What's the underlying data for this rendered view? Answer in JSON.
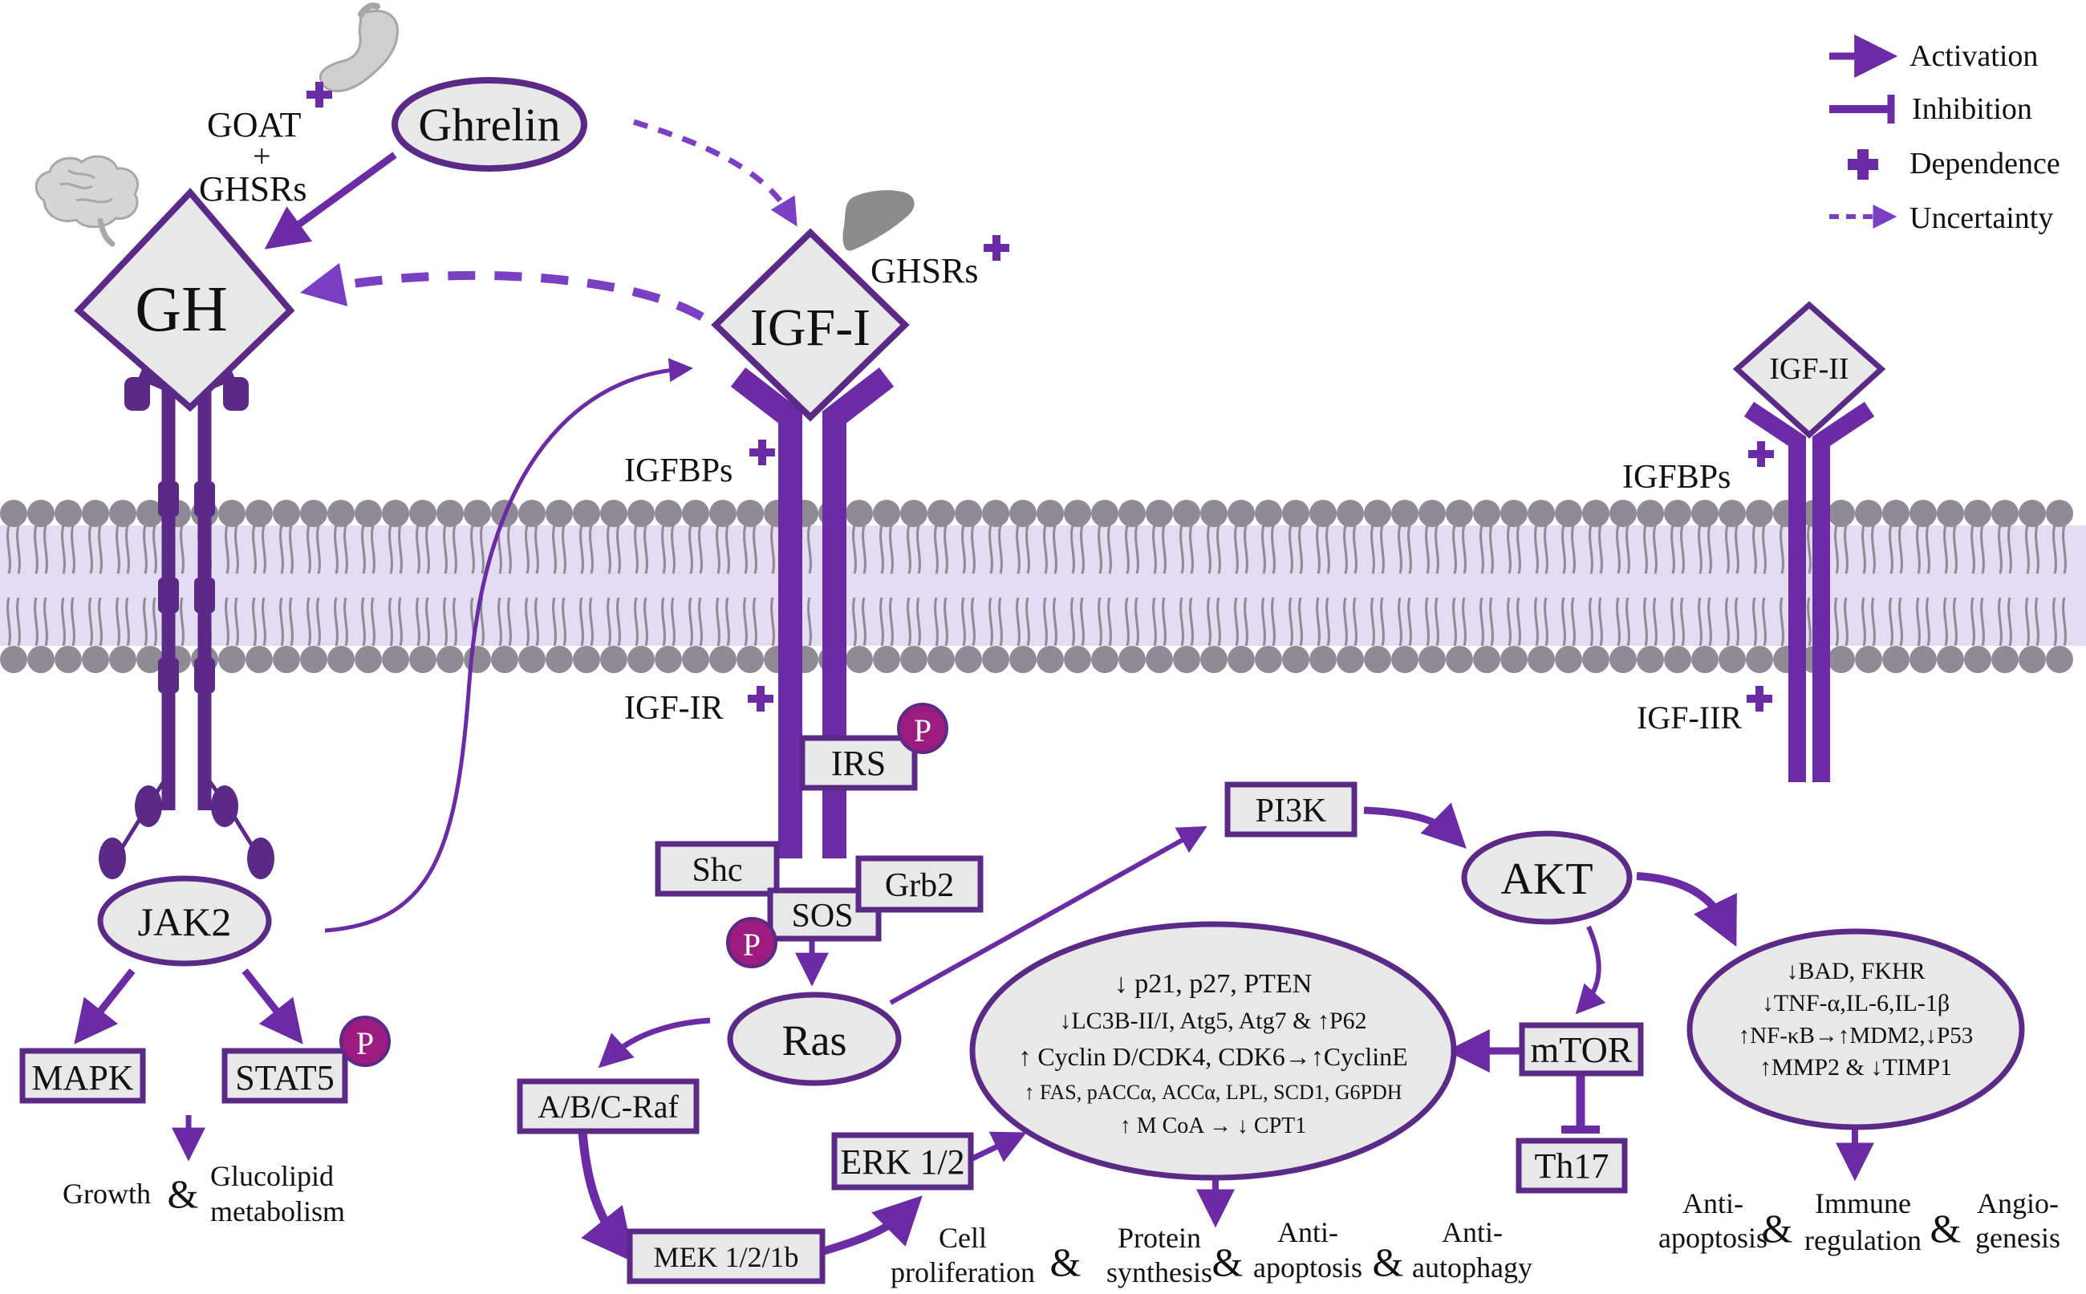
{
  "colors": {
    "purple": "#6a2ba5",
    "dark_purple": "#5b2a86",
    "light_purple": "#7b3fc4",
    "box_fill": "#e8e8e8",
    "membrane_fill": "#e4dcf2",
    "lipid_head": "#8f8a94",
    "phospho": "#9b1c7e"
  },
  "legend": {
    "activation": "Activation",
    "inhibition": "Inhibition",
    "dependence": "Dependence",
    "uncertainty": "Uncertainty"
  },
  "icons": [
    "stomach-icon",
    "brain-icon",
    "liver-icon"
  ],
  "nodes": {
    "ghrelin": "Ghrelin",
    "gh": "GH",
    "igf1": "IGF-I",
    "igf2": "IGF-II",
    "jak2": "JAK2",
    "mapk": "MAPK",
    "stat5": "STAT5",
    "irs": "IRS",
    "shc": "Shc",
    "grb2": "Grb2",
    "sos": "SOS",
    "ras": "Ras",
    "raf": "A/B/C-Raf",
    "mek": "MEK 1/2/1b",
    "erk": "ERK 1/2",
    "pi3k": "PI3K",
    "akt": "AKT",
    "mtor": "mTOR",
    "th17": "Th17",
    "phospho": "P"
  },
  "labels": {
    "goat": "GOAT",
    "plus": "+",
    "ghsrs_left": "GHSRs",
    "ghsrs_liver": "GHSRs",
    "igfbps_left": "IGFBPs",
    "igfbps_right": "IGFBPs",
    "igf1r": "IGF-IR",
    "igf2r": "IGF-IIR"
  },
  "center_ellipse": [
    "↓ p21, p27, PTEN",
    "↓LC3B-II/I, Atg5, Atg7 & ↑P62",
    "↑ Cyclin D/CDK4, CDK6→↑CyclinE",
    "↑ FAS, pACCα, ACCα, LPL, SCD1, G6PDH",
    "↑ M CoA → ↓ CPT1"
  ],
  "right_ellipse": [
    "↓BAD, FKHR",
    "↓TNF-α,IL-6,IL-1β",
    "↑NF-κB→↑MDM2,↓P53",
    "↑MMP2 & ↓TIMP1"
  ],
  "outcomes": {
    "growth": "Growth",
    "glucolipid_1": "Glucolipid",
    "glucolipid_2": "metabolism",
    "cell_1": "Cell",
    "cell_2": "proliferation",
    "protein_1": "Protein",
    "protein_2": "synthesis",
    "antiapop_1": "Anti-",
    "antiapop_2": "apoptosis",
    "antiauto_1": "Anti-",
    "antiauto_2": "autophagy",
    "r_antiapop_1": "Anti-",
    "r_antiapop_2": "apoptosis",
    "immune_1": "Immune",
    "immune_2": "regulation",
    "angio_1": "Angio-",
    "angio_2": "genesis",
    "amp": "&"
  }
}
